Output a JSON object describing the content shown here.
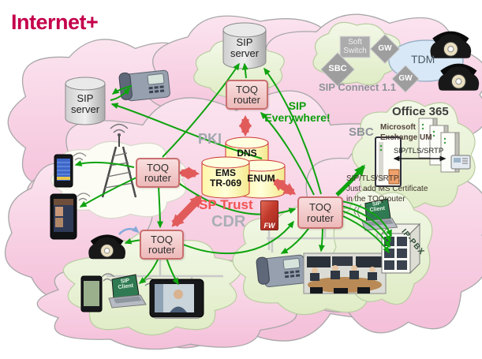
{
  "header": {
    "title": "Internet+"
  },
  "network": {
    "sip_server_label": "SIP\nserver",
    "toq_router_label": "TOQ\nrouter",
    "sip_everywhere": "SIP\nEverywhere!"
  },
  "core": {
    "pki": "PKI",
    "dns": "DNS",
    "ems": "EMS\nTR-069",
    "enum": "ENUM",
    "sp_trust": "SP Trust",
    "cdr": "CDR",
    "firewall": "FW"
  },
  "carrier": {
    "soft_switch": "Soft\nSwitch",
    "sbc_diamond": "SBC",
    "gw": "GW",
    "tdm": "TDM",
    "sip_connect": "SIP Connect 1.1"
  },
  "office365": {
    "title": "Office 365",
    "exchange": "Microsoft\nExchange UM",
    "protocol": "SIP/TLS/SRTP",
    "sbc": "SBC",
    "note": "SIP/TLS/SRTP,\nJust add MS Certificate\nin the TOQrouter"
  },
  "premises": {
    "ip_pbx": "IP-PBX",
    "sip_client": "SIP\nClient"
  },
  "colors": {
    "title_red": "#C4004B",
    "arrow_green": "#0FA30F",
    "arrow_red": "#E25B5B",
    "cloud_pink": "#F8D0E3",
    "cloud_green": "#E8F1D6",
    "cylinder_yellow": "#FFFFC9",
    "router_border": "#C96F6F",
    "text_green": "#0B9E0B"
  }
}
